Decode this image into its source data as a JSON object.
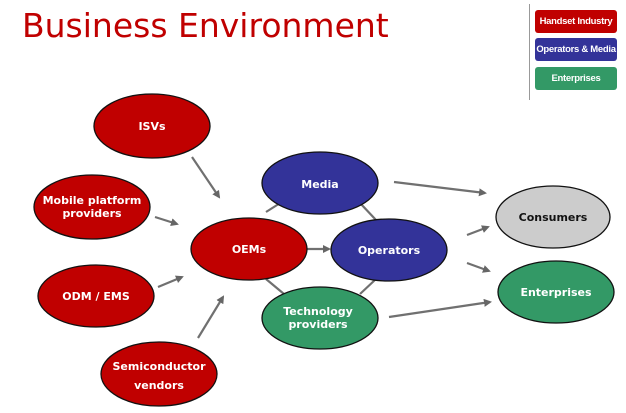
{
  "title": "Business Environment",
  "legend": [
    {
      "label": "Handset Industry",
      "color": "#c00000"
    },
    {
      "label": "Operators & Media",
      "color": "#333399"
    },
    {
      "label": "Enterprises",
      "color": "#339966"
    }
  ],
  "nodes": {
    "isvs": {
      "lines": [
        "ISVs"
      ]
    },
    "mobile": {
      "lines": [
        "Mobile platform",
        "providers"
      ]
    },
    "odm": {
      "lines": [
        "ODM / EMS"
      ]
    },
    "semi": {
      "lines": [
        "Semiconductor",
        "vendors"
      ]
    },
    "oems": {
      "lines": [
        "OEMs"
      ]
    },
    "media": {
      "lines": [
        "Media"
      ]
    },
    "operators": {
      "lines": [
        "Operators"
      ]
    },
    "tech": {
      "lines": [
        "Technology",
        "providers"
      ]
    },
    "consumers": {
      "lines": [
        "Consumers"
      ]
    },
    "enterprises": {
      "lines": [
        "Enterprises"
      ]
    }
  }
}
